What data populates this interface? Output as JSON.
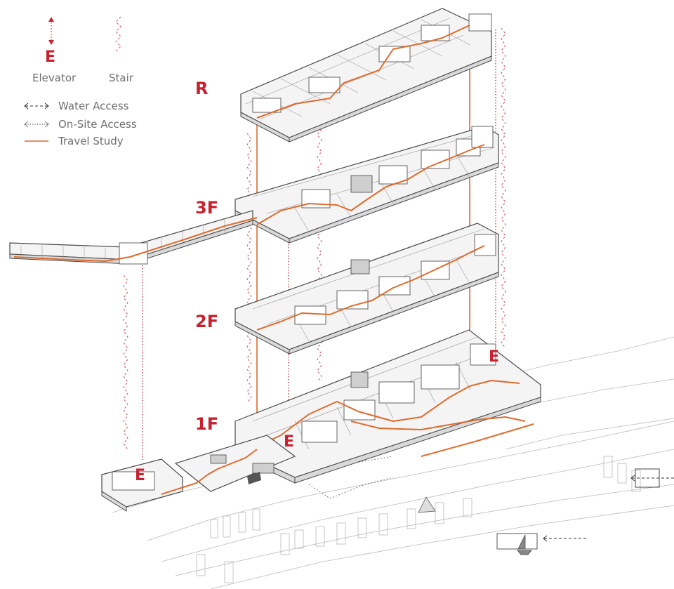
{
  "legend": {
    "elevator_symbol": "E",
    "elevator_label": "Elevator",
    "stair_label": "Stair",
    "water_access_label": "Water Access",
    "onsite_access_label": "On-Site Access",
    "travel_study_label": "Travel Study"
  },
  "floors": {
    "roof": "R",
    "third": "3F",
    "second": "2F",
    "first": "1F"
  },
  "elevator_markers": {
    "west": "E",
    "center": "E",
    "east": "E"
  },
  "colors": {
    "accent_red": "#c8202f",
    "travel_orange": "#e06a2c",
    "line_gray": "#4a4a4a"
  }
}
